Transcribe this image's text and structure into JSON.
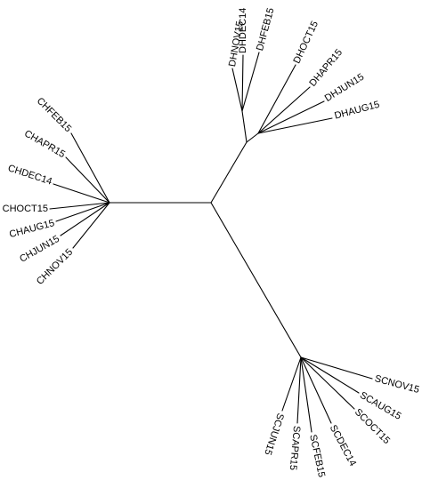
{
  "tree": {
    "line_color": "#000000",
    "background": "#ffffff",
    "leaves": [
      {
        "id": "DHNOV15",
        "label": "DHNOV15"
      },
      {
        "id": "DHDEC14",
        "label": "DHDEC14"
      },
      {
        "id": "DHFEB15",
        "label": "DHFEB15"
      },
      {
        "id": "DHOCT15",
        "label": "DHOCT15"
      },
      {
        "id": "DHAPR15",
        "label": "DHAPR15"
      },
      {
        "id": "DHJUN15",
        "label": "DHJUN15"
      },
      {
        "id": "DHAUG15",
        "label": "DHAUG15"
      },
      {
        "id": "CHFEB15",
        "label": "CHFEB15"
      },
      {
        "id": "CHAPR15",
        "label": "CHAPR15"
      },
      {
        "id": "CHDEC14",
        "label": "CHDEC14"
      },
      {
        "id": "CHOCT15",
        "label": "CHOCT15"
      },
      {
        "id": "CHAUG15",
        "label": "CHAUG15"
      },
      {
        "id": "CHJUN15",
        "label": "CHJUN15"
      },
      {
        "id": "CHNOV15",
        "label": "CHNOV15"
      },
      {
        "id": "SCNOV15",
        "label": "SCNOV15"
      },
      {
        "id": "SCAUG15",
        "label": "SCAUG15"
      },
      {
        "id": "SCOCT15",
        "label": "SCOCT15"
      },
      {
        "id": "SCDEC14",
        "label": "SCDEC14"
      },
      {
        "id": "SCFEB15",
        "label": "SCFEB15"
      },
      {
        "id": "SCAPR15",
        "label": "SCAPR15"
      },
      {
        "id": "SCJUN15",
        "label": "SCJUN15"
      }
    ]
  }
}
